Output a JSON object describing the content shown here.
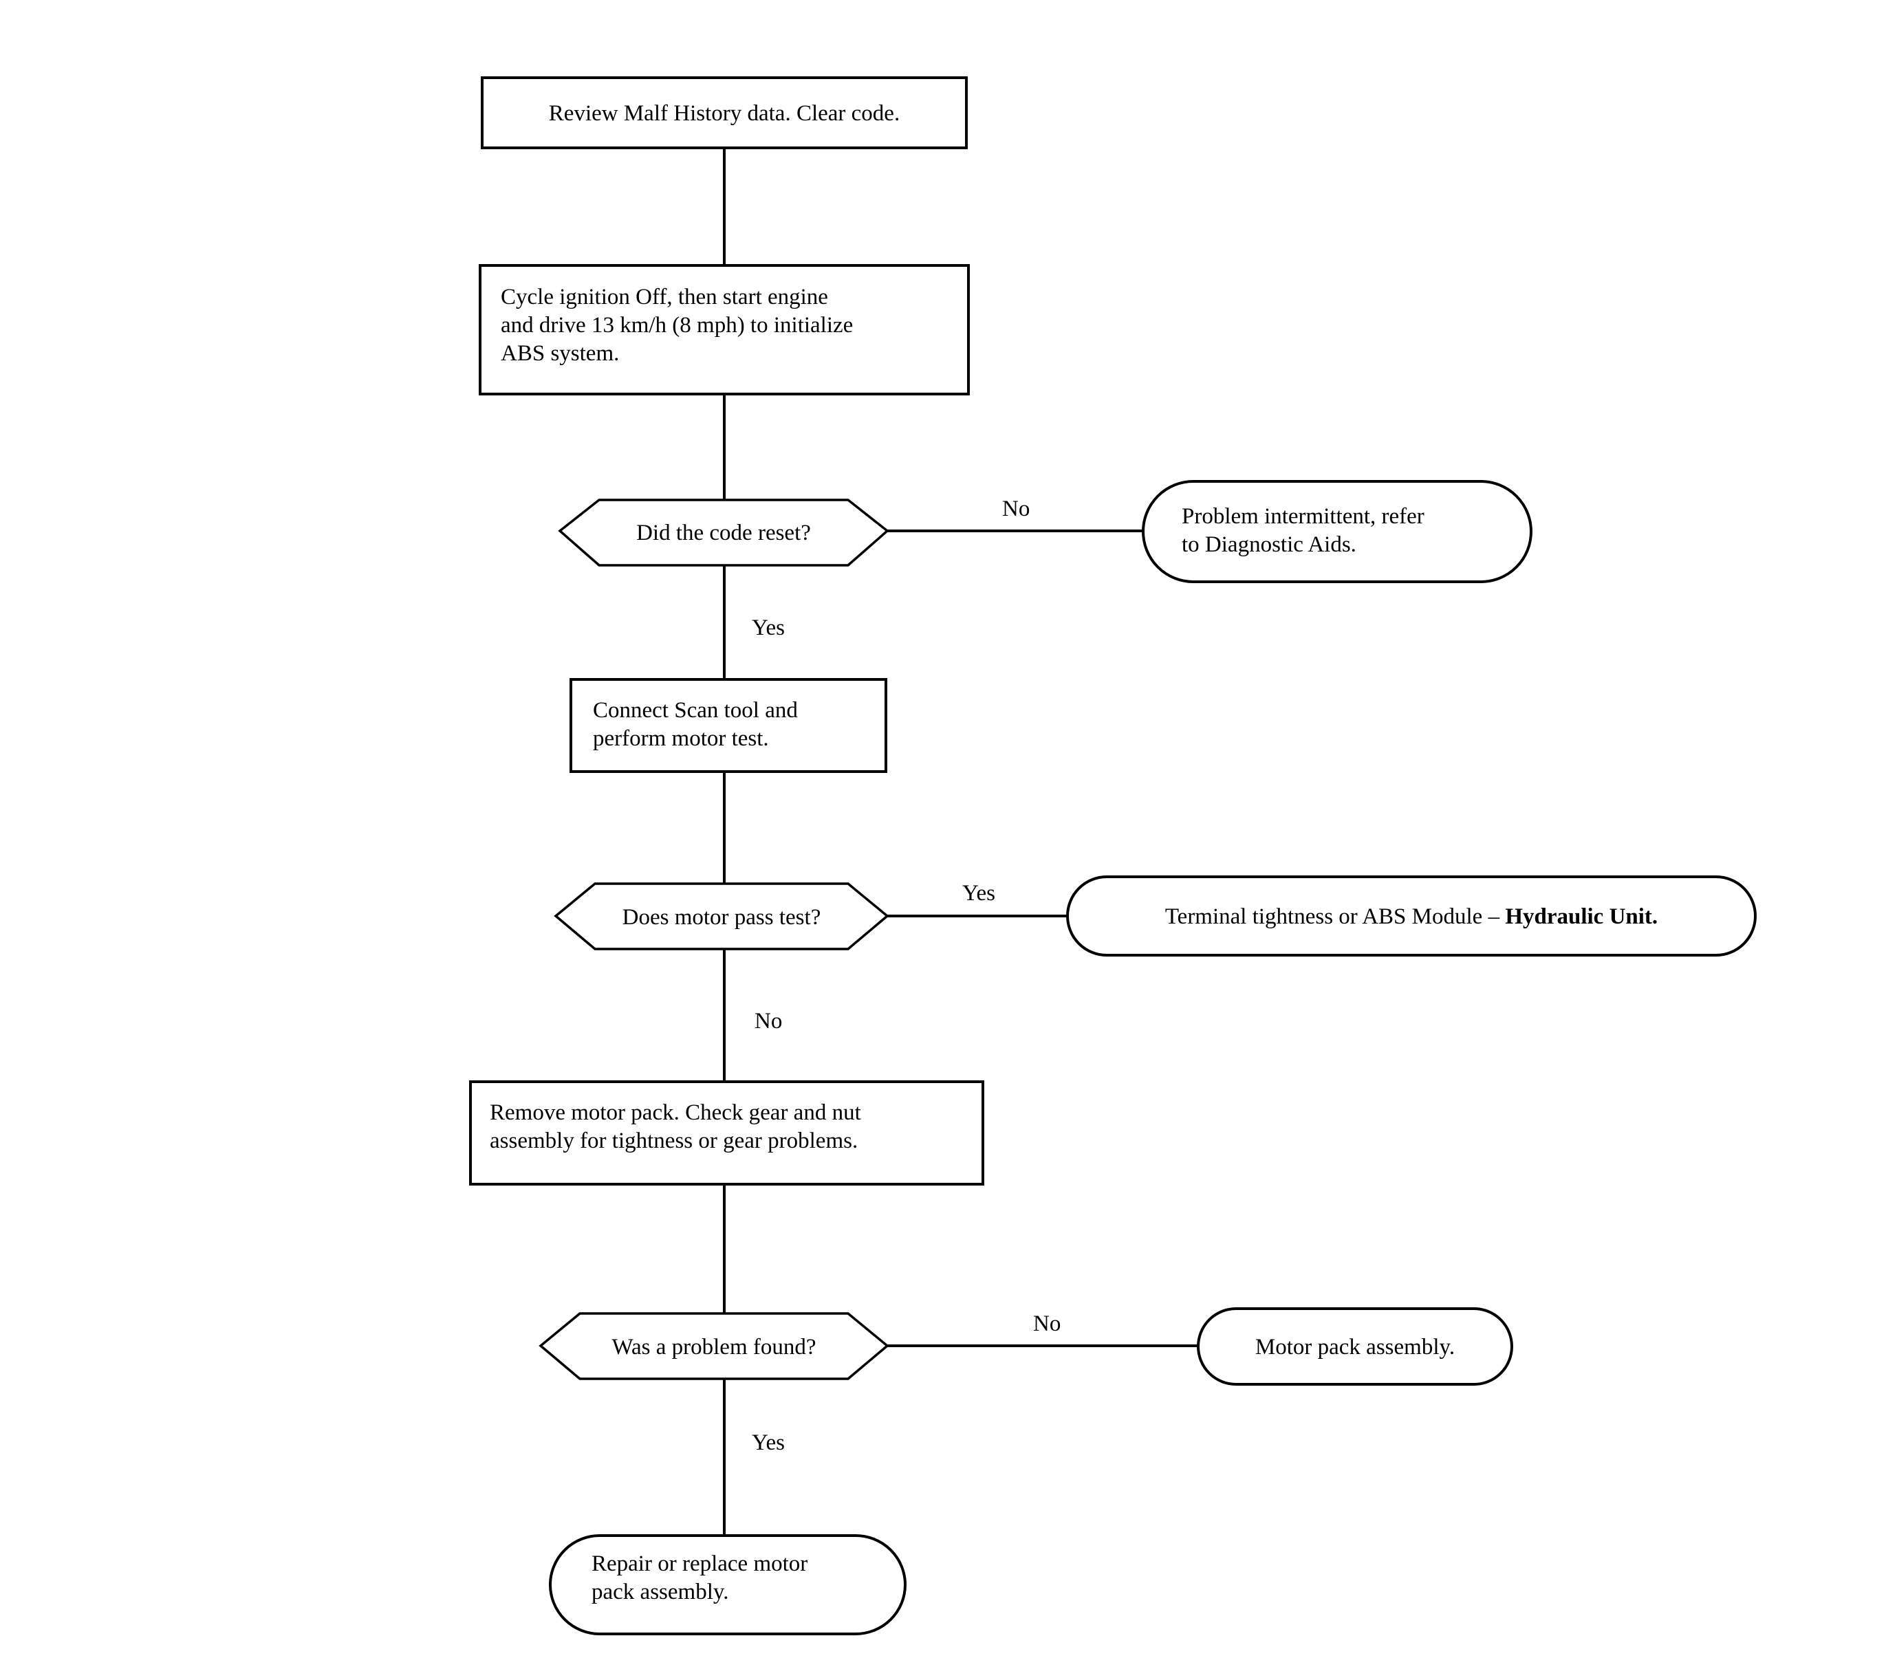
{
  "document": {
    "type": "flowchart",
    "title": "ABS Motor Pack Diagnostic Flowchart",
    "background_color": "#ffffff",
    "line_color": "#000000",
    "text_color": "#000000"
  },
  "nodes": {
    "review_malf": {
      "label": "Review Malf History data. Clear code.",
      "shape": "process-box",
      "align": "center"
    },
    "cycle_ignition": {
      "label": "Cycle ignition Off, then start engine\nand drive 13 km/h (8 mph) to initialize\nABS system.",
      "shape": "process-box",
      "align": "left"
    },
    "code_reset": {
      "label": "Did the code reset?",
      "shape": "decision-hexagon",
      "align": "center"
    },
    "problem_intermittent": {
      "label": "Problem intermittent, refer\nto Diagnostic Aids.",
      "shape": "terminator-stadium",
      "align": "left"
    },
    "connect_scan": {
      "label": "Connect Scan tool and\nperform motor test.",
      "shape": "process-box",
      "align": "left"
    },
    "motor_pass": {
      "label": "Does motor pass test?",
      "shape": "decision-hexagon",
      "align": "center"
    },
    "terminal_tightness": {
      "label_plain": "Terminal tightness or ABS Module – ",
      "label_bold": "Hydraulic Unit.",
      "shape": "terminator-stadium",
      "align": "center"
    },
    "remove_motor_pack": {
      "label": "Remove motor pack. Check gear and nut\nassembly for tightness or gear problems.",
      "shape": "process-box",
      "align": "left"
    },
    "problem_found": {
      "label": "Was a problem found?",
      "shape": "decision-hexagon",
      "align": "center"
    },
    "motor_pack_assembly": {
      "label": "Motor pack assembly.",
      "shape": "terminator-stadium",
      "align": "center"
    },
    "repair_replace": {
      "label": "Repair or replace motor\npack assembly.",
      "shape": "terminator-stadium",
      "align": "left"
    }
  },
  "edge_labels": {
    "code_reset_no": "No",
    "code_reset_yes": "Yes",
    "motor_pass_yes": "Yes",
    "motor_pass_no": "No",
    "problem_found_no": "No",
    "problem_found_yes": "Yes"
  },
  "flow": [
    {
      "from": "review_malf",
      "to": "cycle_ignition",
      "label": ""
    },
    {
      "from": "cycle_ignition",
      "to": "code_reset",
      "label": ""
    },
    {
      "from": "code_reset",
      "to": "problem_intermittent",
      "label": "No"
    },
    {
      "from": "code_reset",
      "to": "connect_scan",
      "label": "Yes"
    },
    {
      "from": "connect_scan",
      "to": "motor_pass",
      "label": ""
    },
    {
      "from": "motor_pass",
      "to": "terminal_tightness",
      "label": "Yes"
    },
    {
      "from": "motor_pass",
      "to": "remove_motor_pack",
      "label": "No"
    },
    {
      "from": "remove_motor_pack",
      "to": "problem_found",
      "label": ""
    },
    {
      "from": "problem_found",
      "to": "motor_pack_assembly",
      "label": "No"
    },
    {
      "from": "problem_found",
      "to": "repair_replace",
      "label": "Yes"
    }
  ]
}
